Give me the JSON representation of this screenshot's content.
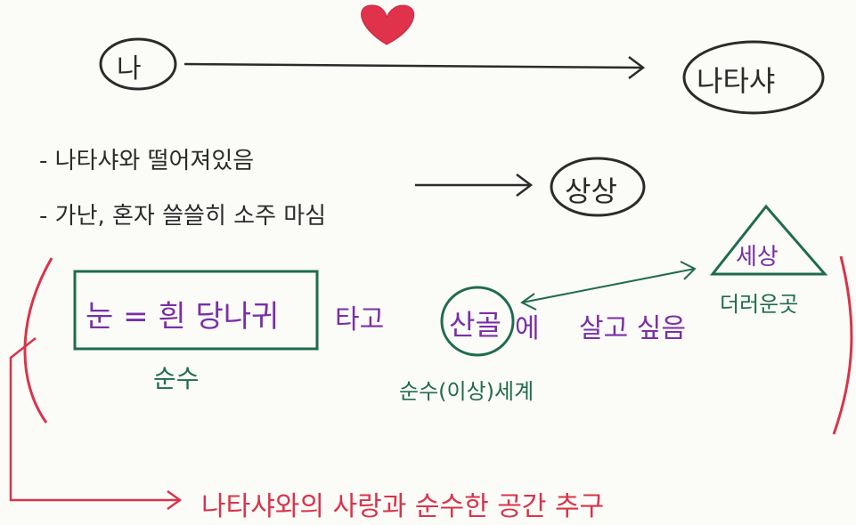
{
  "top": {
    "left_node": "나",
    "right_node": "나타샤",
    "heart_icon": "heart-icon",
    "heart_color": "#e0324b"
  },
  "conditions": [
    "- 나타샤와 떨어져있음",
    "- 가난, 혼자 쓸쓸히 소주 마심"
  ],
  "imagination": "상상",
  "dream": {
    "boxed": "눈 = 흰 당나귀",
    "ride": "타고",
    "place": "산골",
    "suffix": "에",
    "live_want": "살고 싶음",
    "snow_note": "순수",
    "place_note": "순수(이상)세계",
    "world": "세상",
    "world_note": "더러운곳"
  },
  "conclusion": "나타샤와의 사랑과 순수한 공간 추구",
  "colors": {
    "ink": "#2b2b2b",
    "purple": "#7a2fa6",
    "green": "#1f6b4f",
    "red": "#d8344a"
  }
}
